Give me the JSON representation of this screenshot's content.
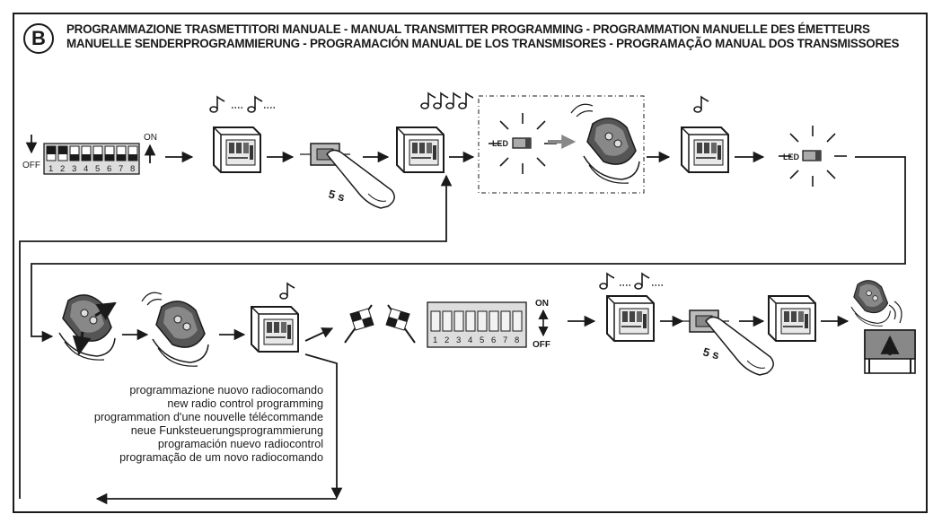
{
  "badge": "B",
  "title": {
    "line1": "PROGRAMMAZIONE TRASMETTITORI MANUALE - MANUAL TRANSMITTER PROGRAMMING - PROGRAMMATION MANUELLE DES ÉMETTEURS",
    "line2": "MANUELLE SENDERPROGRAMMIERUNG - PROGRAMACIÓN MANUAL DE LOS TRANSMISORES - PROGRAMAÇÃO MANUAL DOS TRANSMISSORES"
  },
  "dip1": {
    "off_label": "OFF",
    "on_label": "ON",
    "numbers": [
      "1",
      "2",
      "3",
      "4",
      "5",
      "6",
      "7",
      "8"
    ]
  },
  "dip2": {
    "off_label": "OFF",
    "on_label": "ON",
    "numbers": [
      "1",
      "2",
      "3",
      "4",
      "5",
      "6",
      "7",
      "8"
    ]
  },
  "button_time_1": "5 s",
  "button_time_2": "5 s",
  "led_label_1": "LED",
  "led_label_2": "LED",
  "caption": [
    "programmazione nuovo radiocomando",
    "new radio control programming",
    "programmation d'une nouvelle télécommande",
    "neue Funksteuerungsprogrammierung",
    "programación nuevo radiocontrol",
    "programação de um novo radiocomando"
  ],
  "colors": {
    "line": "#1a1a1a",
    "grey": "#888888",
    "light": "#d4d4d4"
  }
}
